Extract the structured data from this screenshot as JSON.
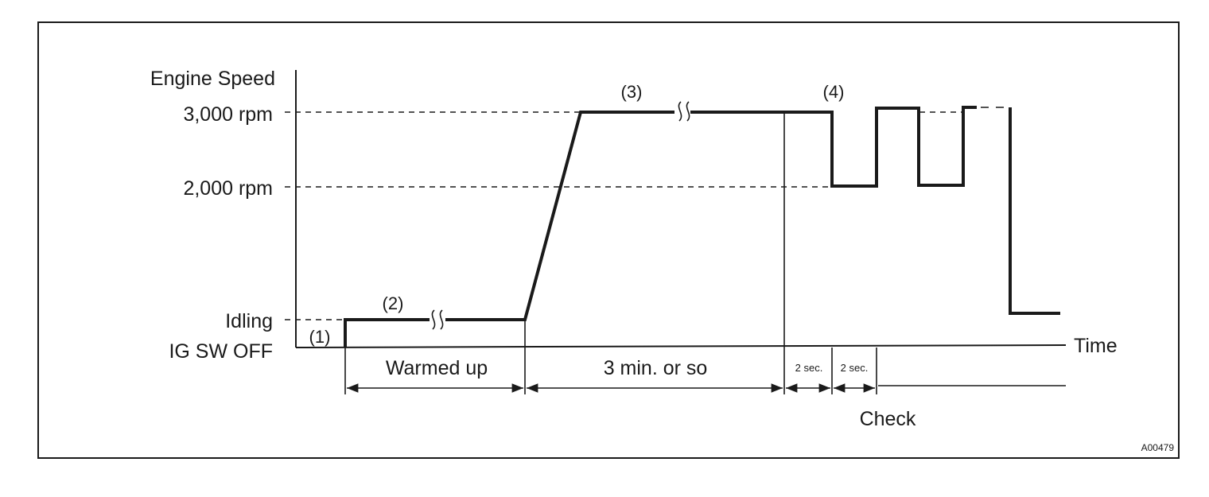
{
  "diagram": {
    "y_axis_title": "Engine Speed",
    "levels": {
      "rpm_3000": "3,000 rpm",
      "rpm_2000": "2,000 rpm",
      "idling": "Idling",
      "ig_off": "IG SW OFF"
    },
    "x_axis_title": "Time",
    "steps": [
      "(1)",
      "(2)",
      "(3)",
      "(4)"
    ],
    "intervals": {
      "warmed_up": "Warmed up",
      "three_min": "3 min. or so",
      "two_sec_a": "2 sec.",
      "two_sec_b": "2 sec."
    },
    "check_label": "Check",
    "figure_code": "A00479"
  }
}
